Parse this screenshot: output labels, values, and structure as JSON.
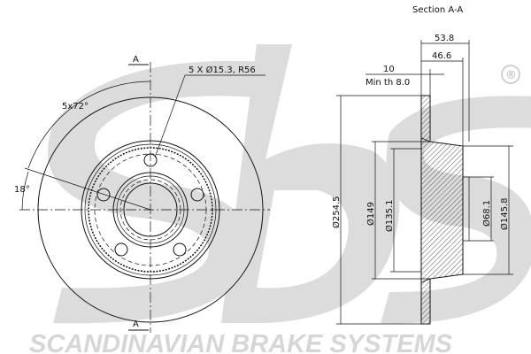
{
  "title": "Section A-A",
  "section_marker": "A",
  "watermark": {
    "logo": "sbs",
    "tagline": "SCANDINAVIAN BRAKE SYSTEMS",
    "registered": "®"
  },
  "front_view": {
    "holes_label": "5 X Ø15.3, R56",
    "angle_pitch": "5x72°",
    "angle_offset": "18°"
  },
  "section_view": {
    "height_total": "53.8",
    "height_hat": "46.6",
    "thickness": "10",
    "min_thickness": "Min th 8.0",
    "diameters": [
      "Ø254.5",
      "Ø149",
      "Ø135.1",
      "Ø68.1",
      "Ø145.8"
    ]
  }
}
